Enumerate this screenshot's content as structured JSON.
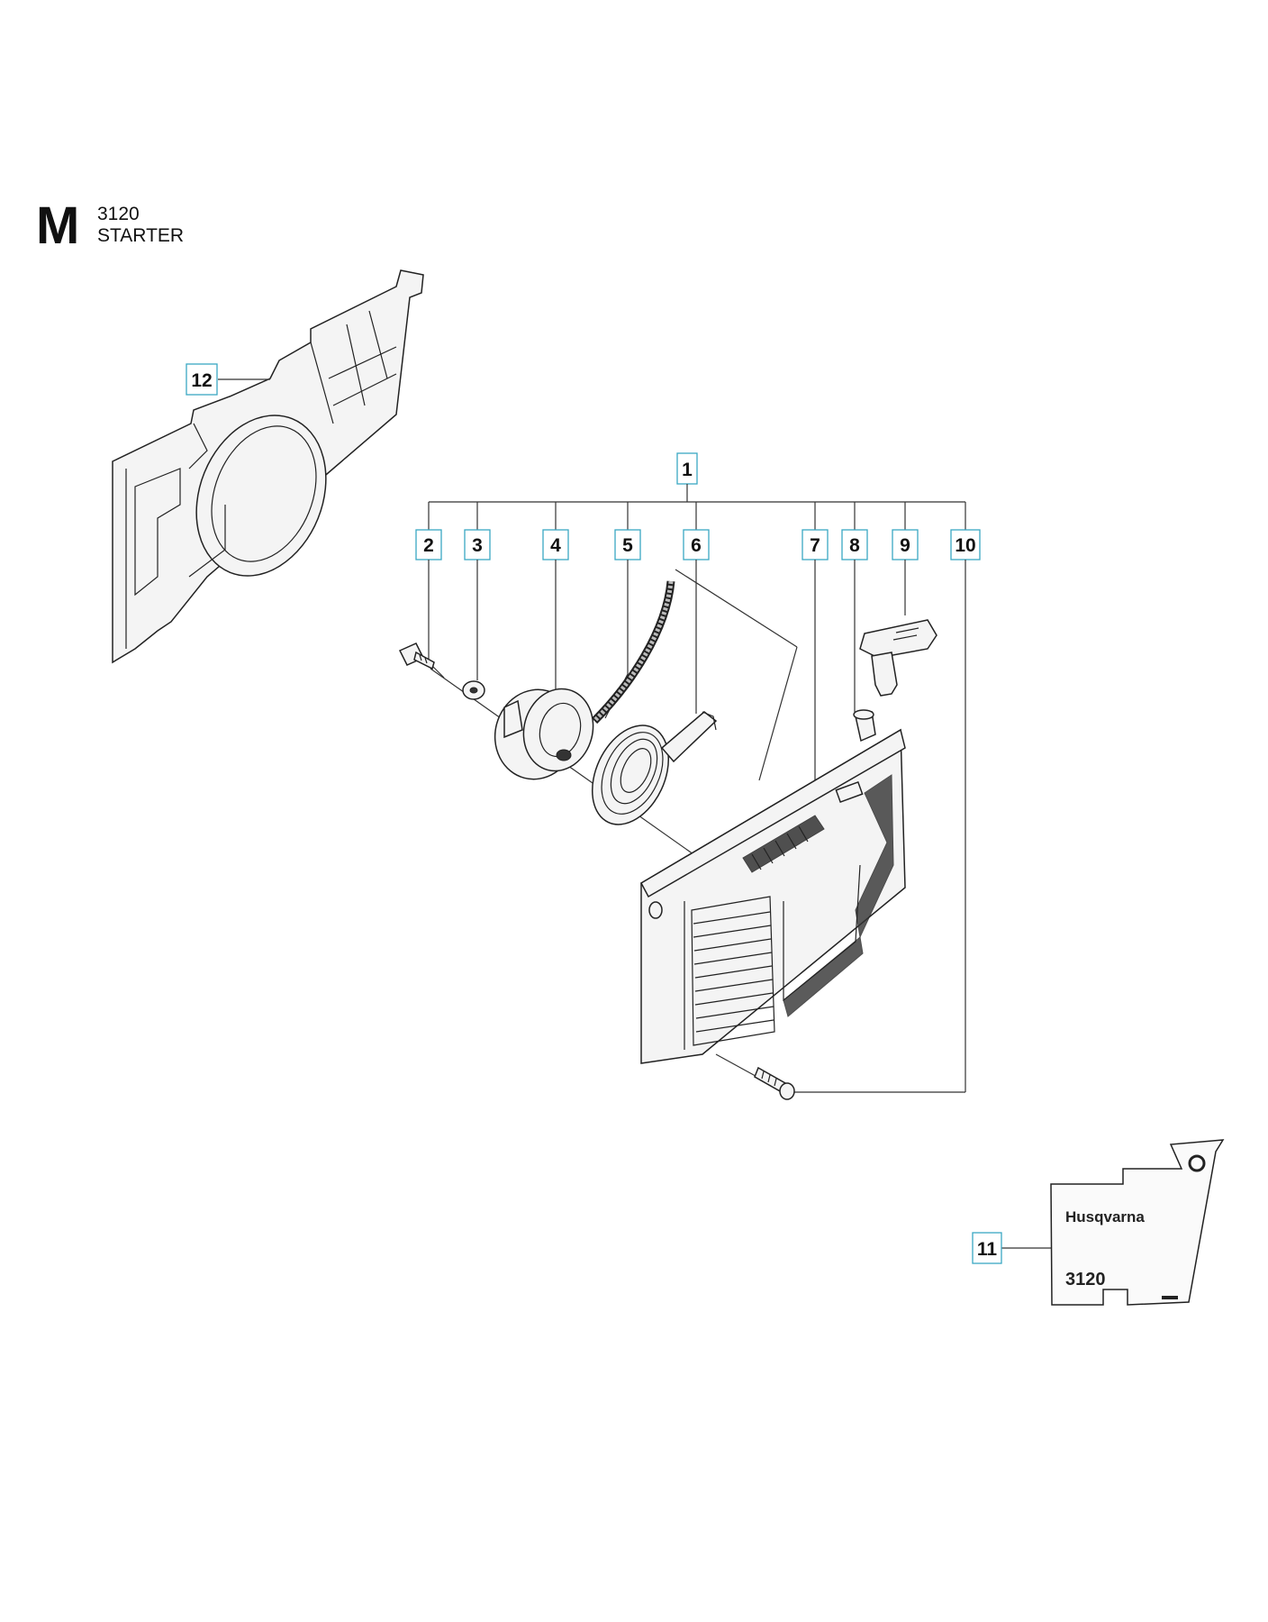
{
  "header": {
    "section_letter": "M",
    "model": "3120",
    "section_name": "STARTER"
  },
  "callouts": [
    "1",
    "2",
    "3",
    "4",
    "5",
    "6",
    "7",
    "8",
    "9",
    "10",
    "11",
    "12"
  ],
  "decal": {
    "brand": "Husqvarna",
    "model": "3120"
  }
}
